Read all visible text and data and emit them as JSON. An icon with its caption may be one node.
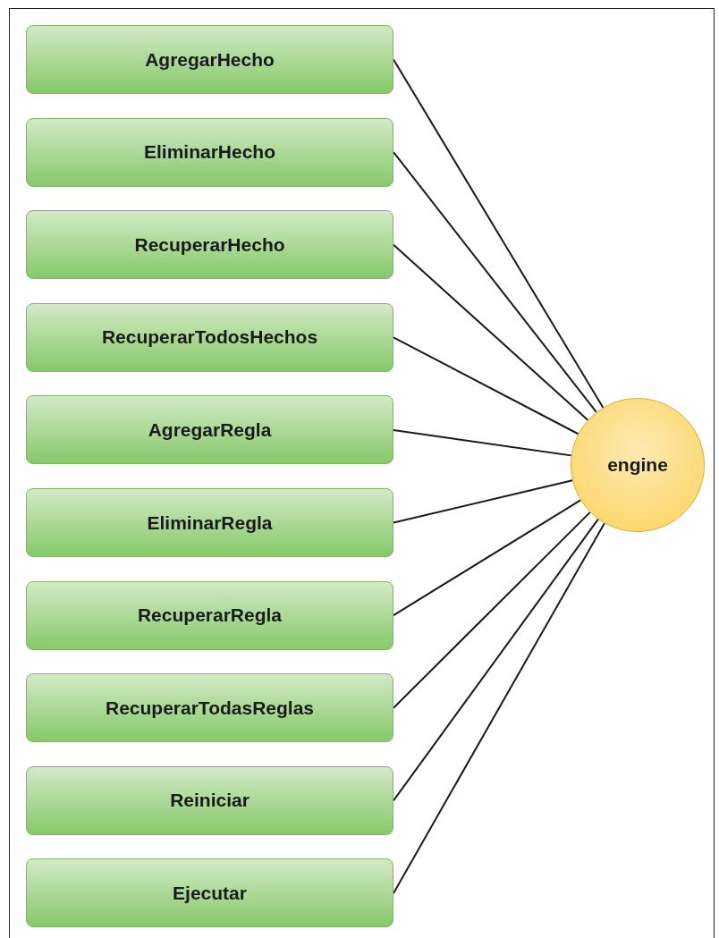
{
  "diagram": {
    "nodes": [
      {
        "text": [
          "AgregarHecho"
        ]
      },
      {
        "text": [
          "EliminarHecho"
        ]
      },
      {
        "text": [
          "RecuperarHecho"
        ]
      },
      {
        "text": [
          "RecuperarTodosHechos"
        ]
      },
      {
        "text": [
          "AgregarRegla"
        ]
      },
      {
        "text": [
          "EliminarRegla"
        ]
      },
      {
        "text": [
          "RecuperarRegla"
        ]
      },
      {
        "text": [
          "RecuperarTodasReglas"
        ]
      },
      {
        "text": [
          "Reiniciar"
        ]
      },
      {
        "text": [
          "Ejecutar"
        ]
      },
      {
        "text": [
          "engine"
        ]
      }
    ],
    "edges": [
      {
        "from": 0,
        "to": 10,
        "arrow": "none"
      },
      {
        "from": 1,
        "to": 10,
        "arrow": "none"
      },
      {
        "from": 2,
        "to": 10,
        "arrow": "none"
      },
      {
        "from": 3,
        "to": 10,
        "arrow": "none"
      },
      {
        "from": 4,
        "to": 10,
        "arrow": "none"
      },
      {
        "from": 5,
        "to": 10,
        "arrow": "none"
      },
      {
        "from": 6,
        "to": 10,
        "arrow": "none"
      },
      {
        "from": 7,
        "to": 10,
        "arrow": "none"
      },
      {
        "from": 8,
        "to": 10,
        "arrow": "none"
      },
      {
        "from": 9,
        "to": 10,
        "arrow": "none"
      }
    ]
  }
}
